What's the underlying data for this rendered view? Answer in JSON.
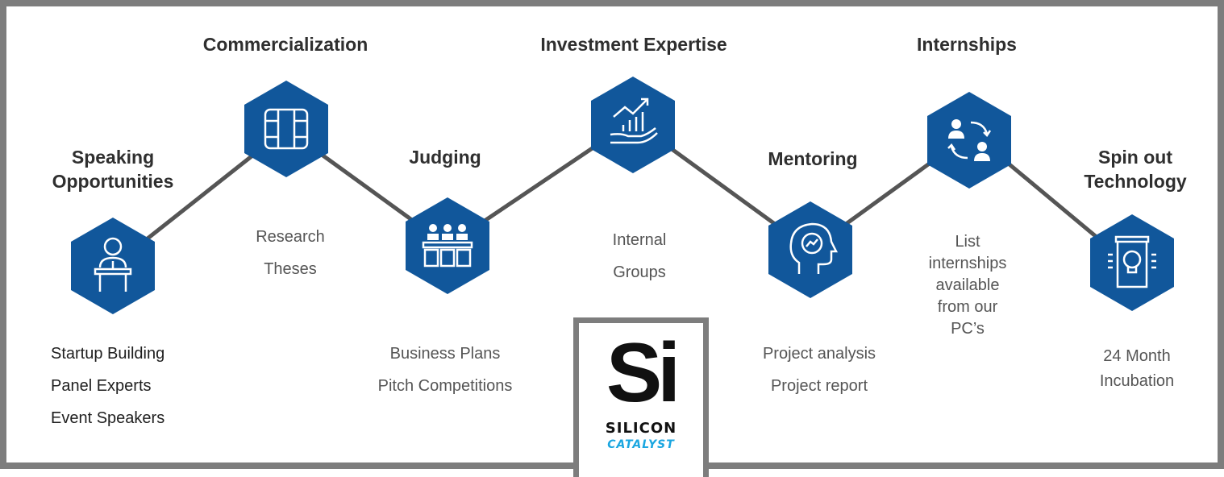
{
  "colors": {
    "hex_fill": "#11579b",
    "connector": "#555555",
    "frame": "#7d7d7d",
    "catalyst": "#1aa6e0"
  },
  "stages": [
    {
      "title": "Speaking\nOpportunities",
      "icon": "speaker-podium-icon",
      "description": "Startup Building\nPanel Experts\nEvent Speakers"
    },
    {
      "title": "Commercialization",
      "icon": "chip-icon",
      "description": "Research\nTheses"
    },
    {
      "title": "Judging",
      "icon": "judges-panel-icon",
      "description": "Business Plans\nPitch Competitions"
    },
    {
      "title": "Investment Expertise",
      "icon": "hand-growth-chart-icon",
      "description": "Internal\nGroups"
    },
    {
      "title": "Mentoring",
      "icon": "head-growth-icon",
      "description": "Project analysis\nProject report"
    },
    {
      "title": "Internships",
      "icon": "people-exchange-icon",
      "description": "List\ninternships\navailable\nfrom our\nPC’s"
    },
    {
      "title": "Spin out\nTechnology",
      "icon": "lightbulb-incubator-icon",
      "description": "24 Month\nIncubation"
    }
  ],
  "logo": {
    "symbol": "Si",
    "name": "SILICON",
    "tagline": "CATALYST"
  }
}
